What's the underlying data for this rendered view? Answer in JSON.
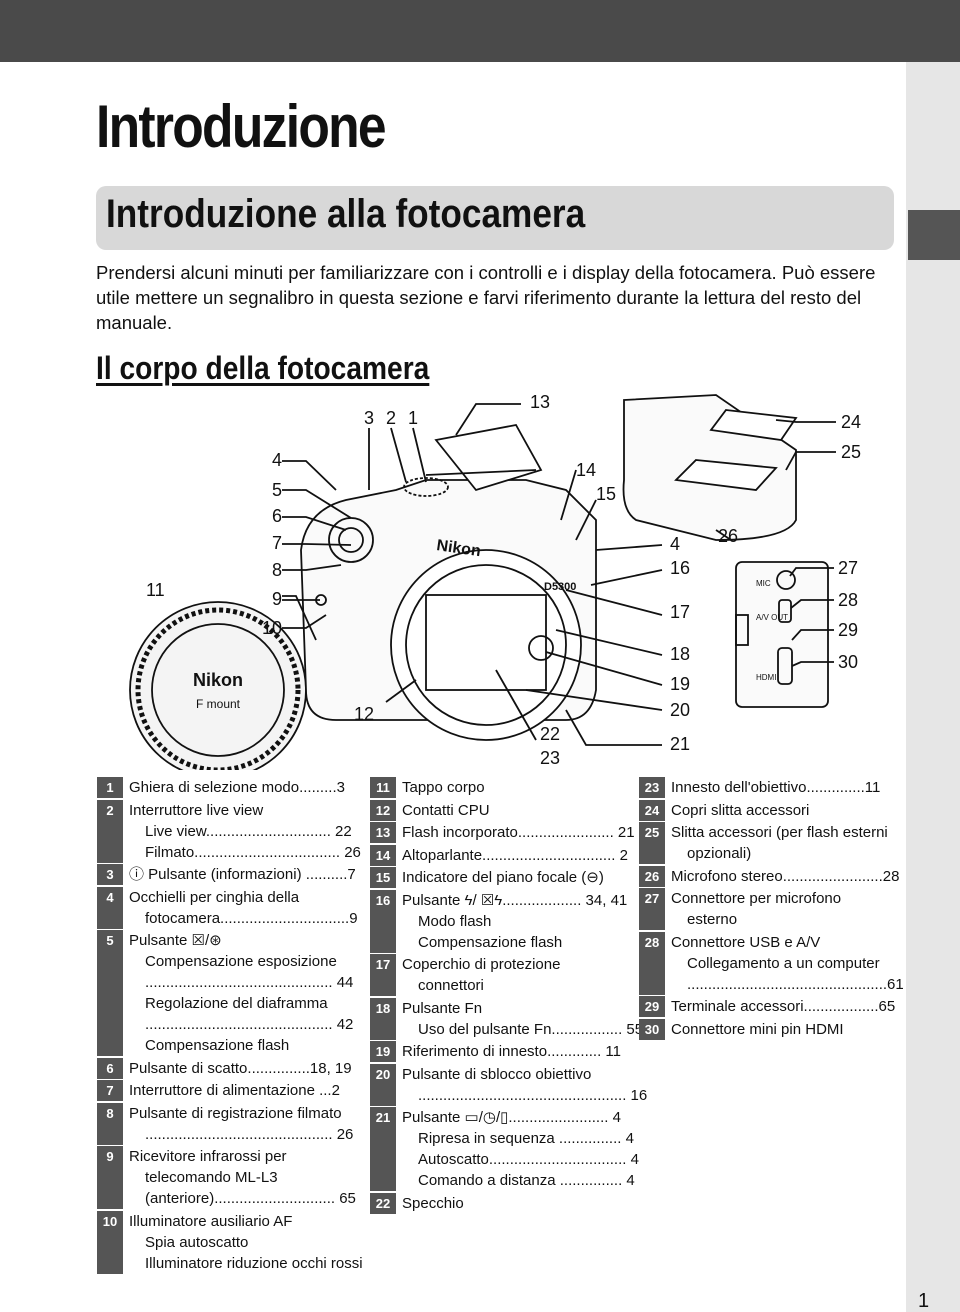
{
  "chapter": {
    "title": "Introduzione"
  },
  "section": {
    "title": "Introduzione alla fotocamera"
  },
  "intro": {
    "text": "Prendersi alcuni minuti per familiarizzare con i controlli e i display della fotocamera. Può essere utile mettere un segnalibro in questa sezione e farvi riferimento durante la lettura del resto del manuale."
  },
  "subsection": {
    "title": "Il corpo della fotocamera"
  },
  "diagram": {
    "brand": "Nikon",
    "model": "D5300",
    "body_cap_brand": "Nikon",
    "body_cap_mount": "F mount",
    "port_labels": {
      "mic": "MIC",
      "av": "A/V OUT",
      "hdmi": "HDMI"
    },
    "callouts": [
      "1",
      "2",
      "3",
      "4",
      "5",
      "6",
      "7",
      "8",
      "9",
      "10",
      "11",
      "12",
      "13",
      "14",
      "15",
      "4",
      "16",
      "17",
      "18",
      "19",
      "20",
      "21",
      "22",
      "23",
      "24",
      "25",
      "26",
      "27",
      "28",
      "29",
      "30"
    ]
  },
  "legend": {
    "col1": [
      {
        "num": "1",
        "lines": [
          "Ghiera di selezione modo.........3"
        ]
      },
      {
        "num": "2",
        "lines": [
          "Interruttore live view",
          "Live view.............................. 22",
          "Filmato................................... 26"
        ]
      },
      {
        "num": "3",
        "lines": [
          "ⓘ Pulsante (informazioni) ..........7"
        ]
      },
      {
        "num": "4",
        "lines": [
          "Occhielli per cinghia della",
          "fotocamera...............................9"
        ]
      },
      {
        "num": "5",
        "lines": [
          "Pulsante ☒/⊛",
          "Compensazione esposizione",
          "............................................. 44",
          "Regolazione del diaframma",
          "............................................. 42",
          "Compensazione flash"
        ]
      },
      {
        "num": "6",
        "lines": [
          "Pulsante di scatto...............18, 19"
        ]
      },
      {
        "num": "7",
        "lines": [
          "Interruttore di alimentazione ...2"
        ]
      },
      {
        "num": "8",
        "lines": [
          "Pulsante di registrazione filmato",
          "............................................. 26"
        ]
      },
      {
        "num": "9",
        "lines": [
          "Ricevitore infrarossi per",
          "telecomando ML-L3",
          "(anteriore)............................. 65"
        ]
      },
      {
        "num": "10",
        "lines": [
          "Illuminatore ausiliario AF",
          "Spia autoscatto",
          "Illuminatore riduzione occhi rossi"
        ]
      }
    ],
    "col2": [
      {
        "num": "11",
        "lines": [
          "Tappo corpo"
        ]
      },
      {
        "num": "12",
        "lines": [
          "Contatti CPU"
        ]
      },
      {
        "num": "13",
        "lines": [
          "Flash incorporato....................... 21"
        ]
      },
      {
        "num": "14",
        "lines": [
          "Altoparlante................................ 2"
        ]
      },
      {
        "num": "15",
        "lines": [
          "Indicatore del piano focale (⊖)"
        ]
      },
      {
        "num": "16",
        "lines": [
          "Pulsante ϟ/ ☒ϟ................... 34, 41",
          "Modo flash",
          "Compensazione flash"
        ]
      },
      {
        "num": "17",
        "lines": [
          "Coperchio di protezione",
          "connettori"
        ]
      },
      {
        "num": "18",
        "lines": [
          "Pulsante Fn",
          "Uso del pulsante Fn................. 55"
        ]
      },
      {
        "num": "19",
        "lines": [
          "Riferimento di innesto............. 11"
        ]
      },
      {
        "num": "20",
        "lines": [
          "Pulsante di sblocco obiettivo",
          ".................................................. 16"
        ]
      },
      {
        "num": "21",
        "lines": [
          "Pulsante ▭/◷/▯........................ 4",
          "Ripresa in sequenza ............... 4",
          "Autoscatto................................. 4",
          "Comando a distanza ............... 4"
        ]
      },
      {
        "num": "22",
        "lines": [
          "Specchio"
        ]
      }
    ],
    "col3": [
      {
        "num": "23",
        "lines": [
          "Innesto dell'obiettivo..............11"
        ]
      },
      {
        "num": "24",
        "lines": [
          "Copri slitta accessori"
        ]
      },
      {
        "num": "25",
        "lines": [
          "Slitta accessori (per flash esterni",
          "opzionali)"
        ]
      },
      {
        "num": "26",
        "lines": [
          "Microfono stereo........................28"
        ]
      },
      {
        "num": "27",
        "lines": [
          "Connettore per microfono",
          "esterno"
        ]
      },
      {
        "num": "28",
        "lines": [
          "Connettore USB e A/V",
          "Collegamento a un computer",
          "................................................61"
        ]
      },
      {
        "num": "29",
        "lines": [
          "Terminale accessori..................65"
        ]
      },
      {
        "num": "30",
        "lines": [
          "Connettore mini pin HDMI"
        ]
      }
    ]
  },
  "page": {
    "number": "1"
  }
}
